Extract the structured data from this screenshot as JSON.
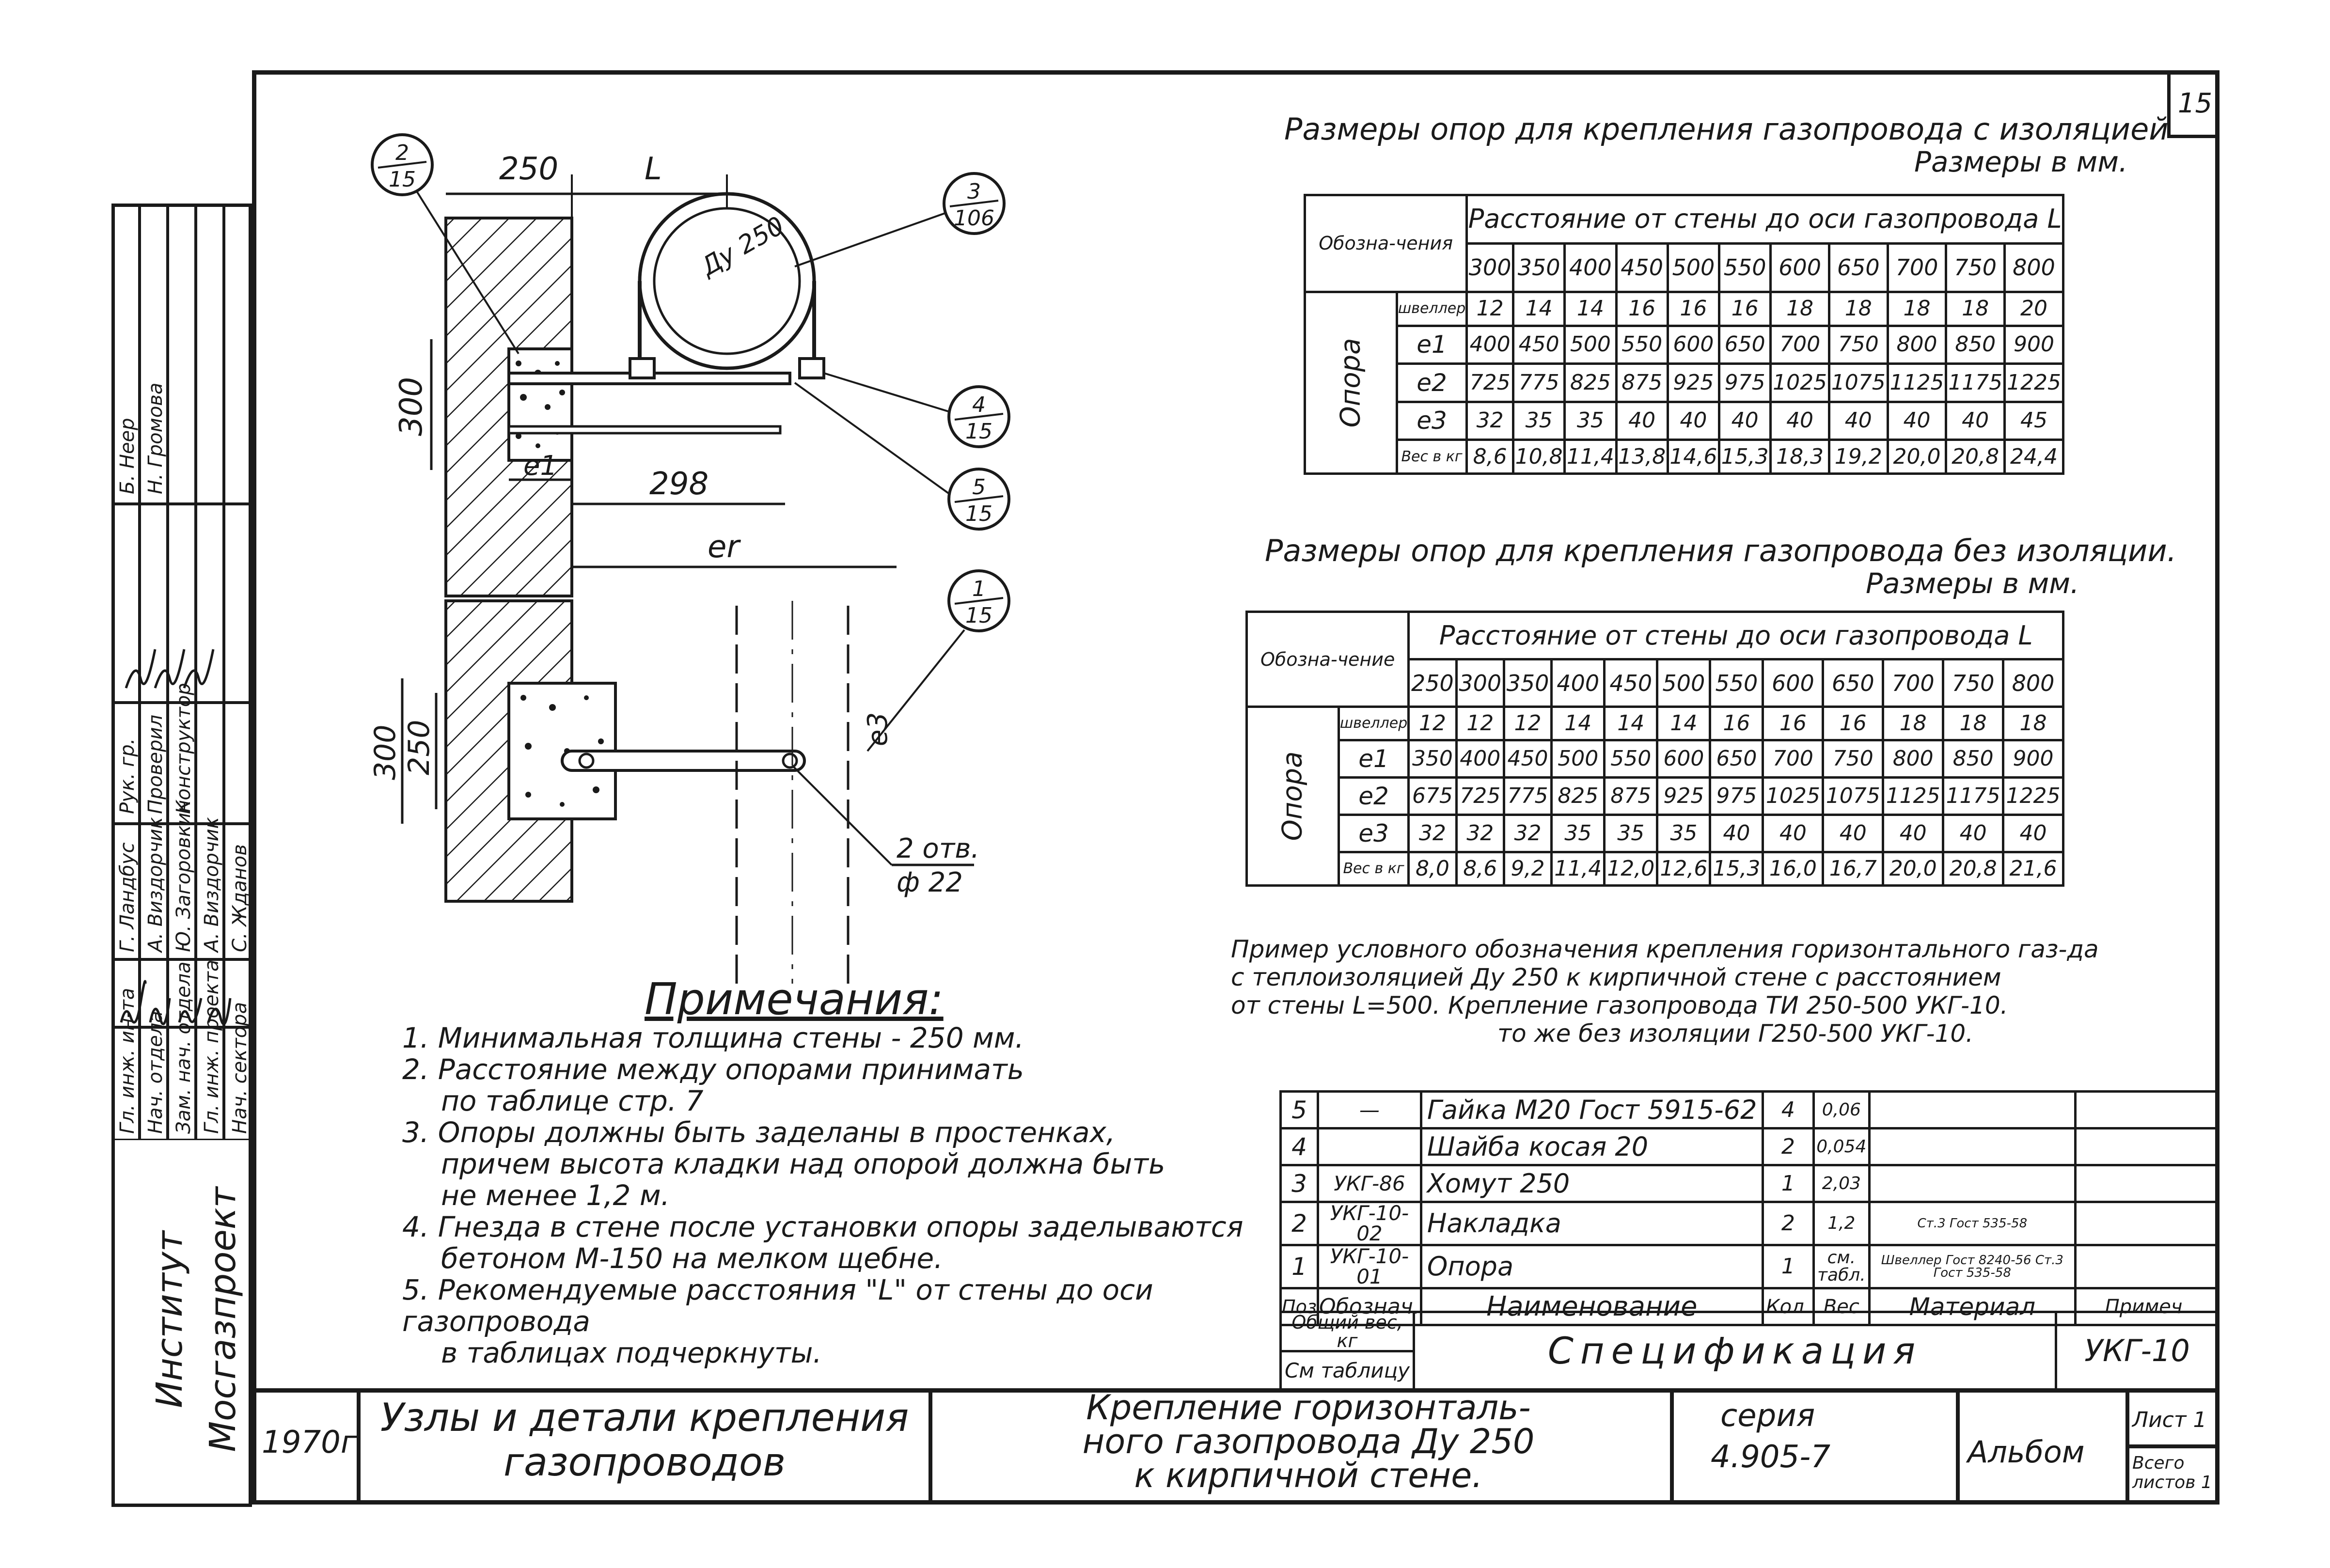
{
  "page_number": "15",
  "drawing": {
    "dim_250": "250",
    "dim_L": "L",
    "dim_300": "300",
    "dim_298": "298",
    "dim_l1": "e1",
    "dim_lr": "er",
    "dim_300b": "300",
    "dim_250b": "250",
    "dim_e3": "e3",
    "pipe_label": "Ду 250",
    "holes_label": "2 отв.",
    "holes_dia": "ф 22",
    "callouts": [
      {
        "top": "2",
        "bottom": "15"
      },
      {
        "top": "3",
        "bottom": "106"
      },
      {
        "top": "4",
        "bottom": "15"
      },
      {
        "top": "5",
        "bottom": "15"
      },
      {
        "top": "1",
        "bottom": "15"
      }
    ]
  },
  "table1": {
    "title": "Размеры опор для крепления газопровода с изоляцией",
    "units": "Размеры в мм.",
    "head_left": "Обозна-чения",
    "head_top": "Расстояние от стены до оси газопровода L",
    "group": "Опора",
    "cols": [
      "300",
      "350",
      "400",
      "450",
      "500",
      "550",
      "600",
      "650",
      "700",
      "750",
      "800"
    ],
    "rows": [
      {
        "label": "швеллер",
        "values": [
          "12",
          "14",
          "14",
          "16",
          "16",
          "16",
          "18",
          "18",
          "18",
          "18",
          "20"
        ]
      },
      {
        "label": "e1",
        "values": [
          "400",
          "450",
          "500",
          "550",
          "600",
          "650",
          "700",
          "750",
          "800",
          "850",
          "900"
        ]
      },
      {
        "label": "e2",
        "values": [
          "725",
          "775",
          "825",
          "875",
          "925",
          "975",
          "1025",
          "1075",
          "1125",
          "1175",
          "1225"
        ]
      },
      {
        "label": "e3",
        "values": [
          "32",
          "35",
          "35",
          "40",
          "40",
          "40",
          "40",
          "40",
          "40",
          "40",
          "45"
        ]
      },
      {
        "label": "Вес в кг",
        "values": [
          "8,6",
          "10,8",
          "11,4",
          "13,8",
          "14,6",
          "15,3",
          "18,3",
          "19,2",
          "20,0",
          "20,8",
          "24,4"
        ]
      }
    ]
  },
  "table2": {
    "title": "Размеры опор для крепления газопровода без изоляции.",
    "units": "Размеры в мм.",
    "head_left": "Обозна-чение",
    "head_top": "Расстояние от стены до оси газопровода L",
    "group": "Опора",
    "cols": [
      "250",
      "300",
      "350",
      "400",
      "450",
      "500",
      "550",
      "600",
      "650",
      "700",
      "750",
      "800"
    ],
    "rows": [
      {
        "label": "швеллер",
        "values": [
          "12",
          "12",
          "12",
          "14",
          "14",
          "14",
          "16",
          "16",
          "16",
          "18",
          "18",
          "18"
        ]
      },
      {
        "label": "e1",
        "values": [
          "350",
          "400",
          "450",
          "500",
          "550",
          "600",
          "650",
          "700",
          "750",
          "800",
          "850",
          "900"
        ]
      },
      {
        "label": "e2",
        "values": [
          "675",
          "725",
          "775",
          "825",
          "875",
          "925",
          "975",
          "1025",
          "1075",
          "1125",
          "1175",
          "1225"
        ]
      },
      {
        "label": "e3",
        "values": [
          "32",
          "32",
          "32",
          "35",
          "35",
          "35",
          "40",
          "40",
          "40",
          "40",
          "40",
          "40"
        ]
      },
      {
        "label": "Вес в кг",
        "values": [
          "8,0",
          "8,6",
          "9,2",
          "11,4",
          "12,0",
          "12,6",
          "15,3",
          "16,0",
          "16,7",
          "20,0",
          "20,8",
          "21,6"
        ]
      }
    ]
  },
  "example": [
    "Пример условного обозначения крепления горизонтального газ-да",
    "с теплоизоляцией Ду 250 к кирпичной стене с расстоянием",
    "от стены L=500. Крепление газопровода ТИ 250-500 УКГ-10.",
    "то же без изоляции Г250-500 УКГ-10."
  ],
  "notes": {
    "title": "Примечания:",
    "items": [
      "1. Минимальная толщина стены - 250 мм.",
      "2. Расстояние между опорами принимать",
      "по таблице стр. 7",
      "3. Опоры должны быть заделаны в простенках,",
      "причем высота кладки над опорой должна быть",
      "не менее 1,2 м.",
      "4. Гнезда в стене после установки опоры заделываются",
      "бетоном М-150 на мелком щебне.",
      "5. Рекомендуемые расстояния \"L\" от стены до оси газопровода",
      "в таблицах подчеркнуты."
    ]
  },
  "spec": {
    "rows": [
      {
        "pos": "5",
        "code": "—",
        "name": "Гайка М20 Гост 5915-62",
        "qty": "4",
        "weight": "0,06",
        "material": "",
        "note": ""
      },
      {
        "pos": "4",
        "code": "",
        "name": "Шайба косая 20",
        "qty": "2",
        "weight": "0,054",
        "material": "",
        "note": ""
      },
      {
        "pos": "3",
        "code": "УКГ-86",
        "name": "Хомут 250",
        "qty": "1",
        "weight": "2,03",
        "material": "",
        "note": ""
      },
      {
        "pos": "2",
        "code": "УКГ-10-02",
        "name": "Накладка",
        "qty": "2",
        "weight": "1,2",
        "material": "Ст.3 Гост 535-58",
        "note": ""
      },
      {
        "pos": "1",
        "code": "УКГ-10-01",
        "name": "Опора",
        "qty": "1",
        "weight": "см. табл.",
        "material": "Швеллер Гост 8240-56 Ст.3 Гост 535-58",
        "note": ""
      }
    ],
    "head": {
      "pos": "Поз",
      "code": "Обознач.",
      "name": "Наименование",
      "qty": "Кол.",
      "weight": "Вес",
      "material": "Материал",
      "note": "Примеч."
    },
    "total_label": "Общий вес, кг",
    "total_value": "См таблицу",
    "title": "Спецификация",
    "code": "УКГ-10"
  },
  "titleblock": {
    "year": "1970г",
    "section": "Узлы и детали крепления газопроводов",
    "title_lines": [
      "Крепление горизонталь-",
      "ного газопровода Ду 250",
      "к кирпичной стене."
    ],
    "series_label": "серия",
    "series": "4.905-7",
    "album": "Альбом",
    "sheet": "Лист 1",
    "sheets": "Всего листов 1"
  },
  "side": {
    "institute_label": "Институт",
    "institute": "Мосгазпроект",
    "roles": [
      "Гл. инж. ин-та",
      "Нач. отдела",
      "Зам. нач. отдела",
      "Гл. инж. проекта",
      "Нач. сектора"
    ],
    "names": [
      "Г. Ландбус",
      "А. Виздорчик",
      "Ю. Загоровкин",
      "А. Виздорчик",
      "С. Жданов"
    ],
    "roles2": [
      "Рук. гр.",
      "Проверил",
      "Конструктор"
    ],
    "names2": [
      "Б. Неер",
      "Н. Громова"
    ]
  }
}
